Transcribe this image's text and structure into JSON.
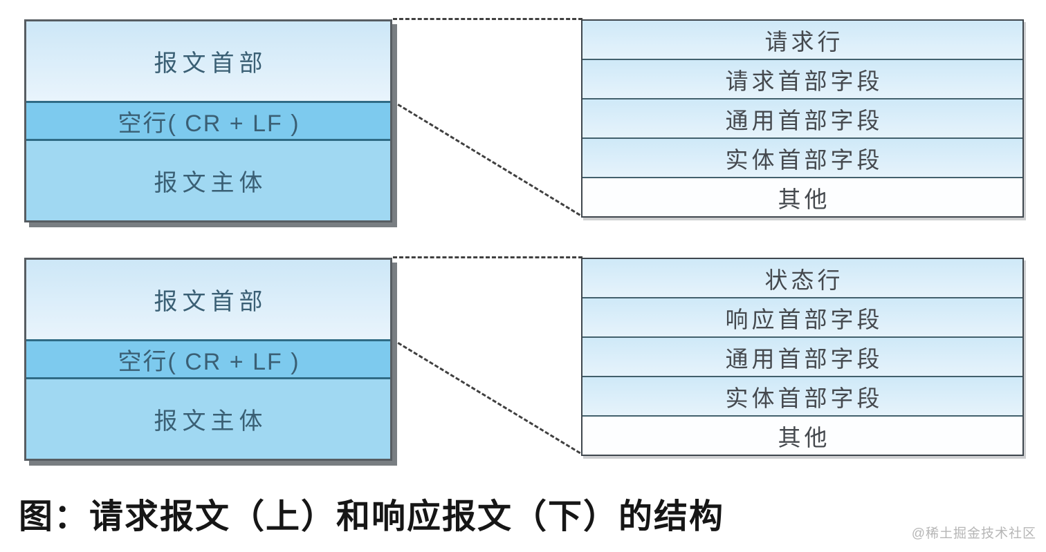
{
  "figure": {
    "caption": "图：请求报文（上）和响应报文（下）的结构",
    "watermark": "@稀土掘金技术社区"
  },
  "diagrams": [
    {
      "message_box": {
        "header": "报文首部",
        "blank_line": "空行( CR + LF )",
        "body": "报文主体"
      },
      "detail_rows": [
        "请求行",
        "请求首部字段",
        "通用首部字段",
        "实体首部字段",
        "其他"
      ]
    },
    {
      "message_box": {
        "header": "报文首部",
        "blank_line": "空行( CR + LF )",
        "body": "报文主体"
      },
      "detail_rows": [
        "状态行",
        "响应首部字段",
        "通用首部字段",
        "实体首部字段",
        "其他"
      ]
    }
  ],
  "colors": {
    "header-top": "#cde7f7",
    "header-bottom": "#e9f4fc",
    "blank-fill": "#7dcaee",
    "body-fill": "#a0d8f2",
    "row-top": "#cfe9f8",
    "row-bottom": "#e6f3fb",
    "row-other": "#fdfeff",
    "sep-left": "#2f6b85",
    "sep-right": "#42606c",
    "border-left": "#575d62",
    "border-right": "#3e464d",
    "shadow": "#797e82",
    "dash": "#404040",
    "text-left": "#3a5f74",
    "text-right": "#45494e",
    "caption": "#161616",
    "watermark": "#b6b6b6"
  }
}
